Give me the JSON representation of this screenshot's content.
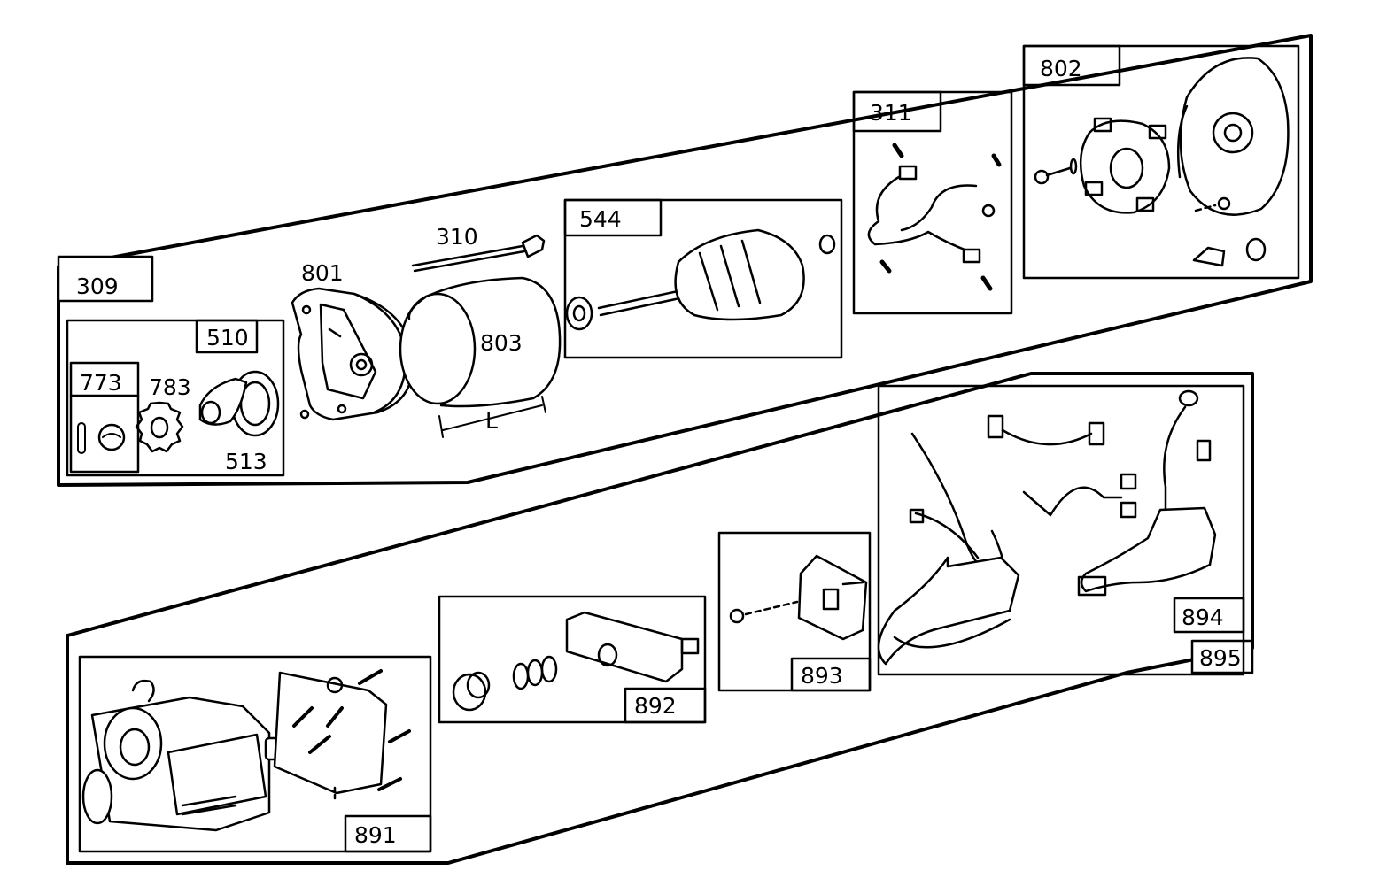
{
  "diagram": {
    "part_numbers": {
      "p309": "309",
      "p310": "310",
      "p311": "311",
      "p510": "510",
      "p513": "513",
      "p544": "544",
      "p773": "773",
      "p783": "783",
      "p801": "801",
      "p802": "802",
      "p803": "803",
      "p891": "891",
      "p892": "892",
      "p893": "893",
      "p894": "894",
      "p895": "895"
    },
    "dimension_label": "L"
  }
}
